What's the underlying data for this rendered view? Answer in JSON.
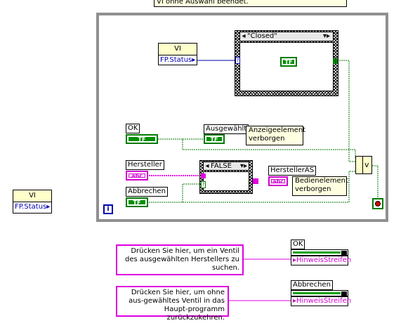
{
  "top_comment": "VI ohne Auswahl beendet.",
  "vi_node_main": {
    "icon_label": "VI",
    "property": "FP.Status"
  },
  "vi_node_left": {
    "icon_label": "VI",
    "property": "FP.Status"
  },
  "case_closed": {
    "selector": "\"Closed\""
  },
  "case_false": {
    "selector": "FALSE"
  },
  "ok_label": "OK",
  "ausgewaehlt_label": "Ausgewählt",
  "hersteller_label": "Hersteller",
  "abbrechen_label": "Abbrechen",
  "herstellerAS_label": "HerstellerAS",
  "comment_anzeige": "Anzeigeelement verborgen",
  "comment_bedien": "Bedienelement verborgen",
  "bool_text": "TF",
  "str_text": "abc",
  "info_icon": "i",
  "comment_ok": "Drücken Sie hier, um ein Ventil des ausgewählten Herstellers zu suchen.",
  "comment_abbrechen": "Drücken Sie hier, um ohne aus-gewähltes Ventil in das Haupt-programm zurückzukehren.",
  "hint_ok": {
    "label": "OK",
    "terminal": "HinweisStreifen"
  },
  "hint_abbrechen": {
    "label": "Abbrechen",
    "terminal": "HinweisStreifen"
  },
  "or_gate": "v",
  "colors": {
    "bool_wire": "#007a00",
    "string_wire": "#e000e0",
    "ref_wire": "#0000b0",
    "loop_border": "#909090",
    "comment_bg": "#ffffe1"
  }
}
